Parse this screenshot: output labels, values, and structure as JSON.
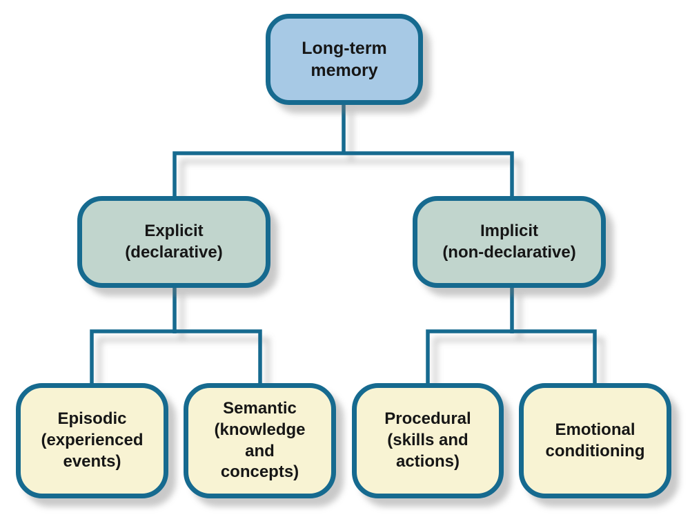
{
  "palette": {
    "line_and_border": "#166a8f",
    "root_fill": "#a7c9e5",
    "branch_fill": "#c1d5cd",
    "leaf_fill": "#f8f3d3",
    "text": "#161616",
    "background": "#ffffff"
  },
  "nodes": {
    "long_term": {
      "label": "Long-term\nmemory",
      "level": "root"
    },
    "explicit": {
      "label": "Explicit\n(declarative)",
      "level": "branch"
    },
    "implicit": {
      "label": "Implicit\n(non-declarative)",
      "level": "branch"
    },
    "episodic": {
      "label": "Episodic\n(experienced\nevents)",
      "level": "leaf"
    },
    "semantic": {
      "label": "Semantic\n(knowledge\nand\nconcepts)",
      "level": "leaf"
    },
    "procedural": {
      "label": "Procedural\n(skills and\nactions)",
      "level": "leaf"
    },
    "emotional": {
      "label": "Emotional\nconditioning",
      "level": "leaf"
    }
  },
  "edges": [
    {
      "from": "long_term",
      "to": "explicit"
    },
    {
      "from": "long_term",
      "to": "implicit"
    },
    {
      "from": "explicit",
      "to": "episodic"
    },
    {
      "from": "explicit",
      "to": "semantic"
    },
    {
      "from": "implicit",
      "to": "procedural"
    },
    {
      "from": "implicit",
      "to": "emotional"
    }
  ]
}
